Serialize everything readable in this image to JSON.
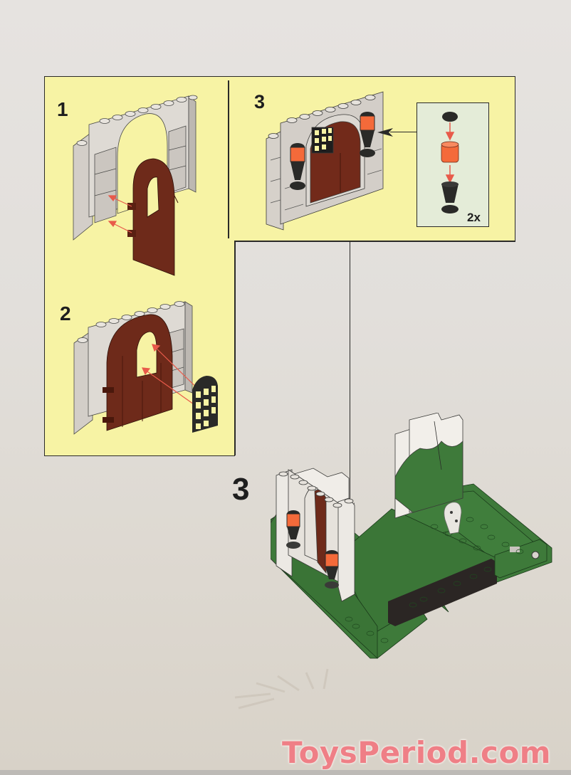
{
  "page": {
    "type": "LEGO building instructions page",
    "background_color": "#e3e0dc",
    "panel_color": "#f7f3a4",
    "subpanel_color": "#e4ecd8"
  },
  "steps": [
    {
      "number": "1",
      "description": "Attach dark red door to light gray archway frame"
    },
    {
      "number": "2",
      "description": "Attach black window lattice into door opening"
    },
    {
      "number": "3",
      "description": "Attach two torches to stone door wall"
    }
  ],
  "subassembly": {
    "quantity_label": "2x",
    "parts": [
      "black round plate",
      "trans-orange round brick",
      "black goblet base"
    ]
  },
  "main_step": {
    "number": "3",
    "description": "Place door wall assembly onto green baseplate ruin"
  },
  "watermark": {
    "text": "ToysPeriod.com",
    "color": "#ef7f86"
  }
}
